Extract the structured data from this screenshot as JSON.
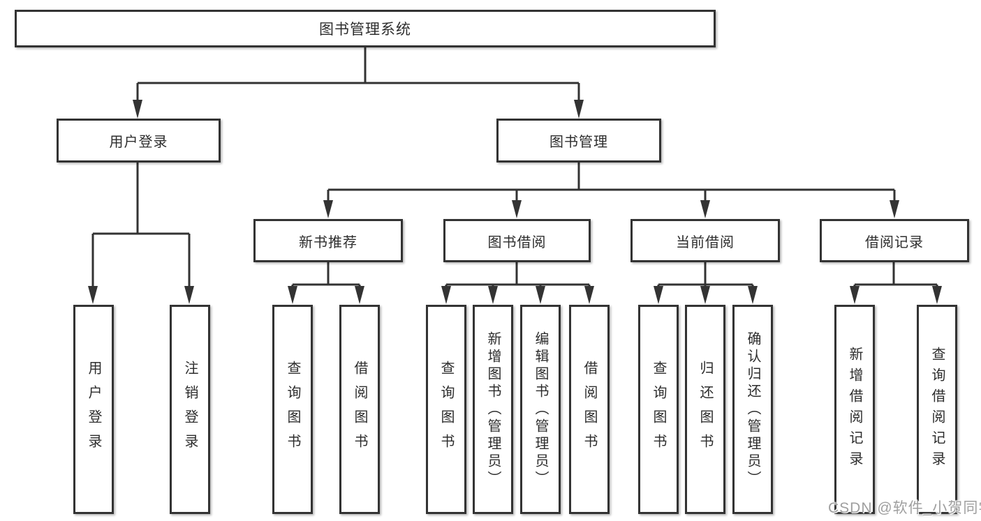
{
  "diagram": {
    "type": "hierarchy-tree",
    "root": "图书管理系统",
    "branches": [
      {
        "label": "用户登录",
        "leaves": [
          "用户登录",
          "注销登录"
        ]
      },
      {
        "label": "图书管理",
        "groups": [
          {
            "label": "新书推荐",
            "leaves": [
              "查询图书",
              "借阅图书"
            ]
          },
          {
            "label": "图书借阅",
            "leaves": [
              "查询图书",
              "新增图书（管理员）",
              "编辑图书（管理员）",
              "借阅图书"
            ]
          },
          {
            "label": "当前借阅",
            "leaves": [
              "查询图书",
              "归还图书",
              "确认归还（管理员）"
            ]
          },
          {
            "label": "借阅记录",
            "leaves": [
              "新增借阅记录",
              "查询借阅记录"
            ]
          }
        ]
      }
    ]
  },
  "watermark": "CSDN @软件_小贺同学",
  "colors": {
    "line": "#333333",
    "box_border": "#333333",
    "text": "#2d2d2d",
    "background": "#ffffff",
    "watermark": "#9f9f9f"
  }
}
